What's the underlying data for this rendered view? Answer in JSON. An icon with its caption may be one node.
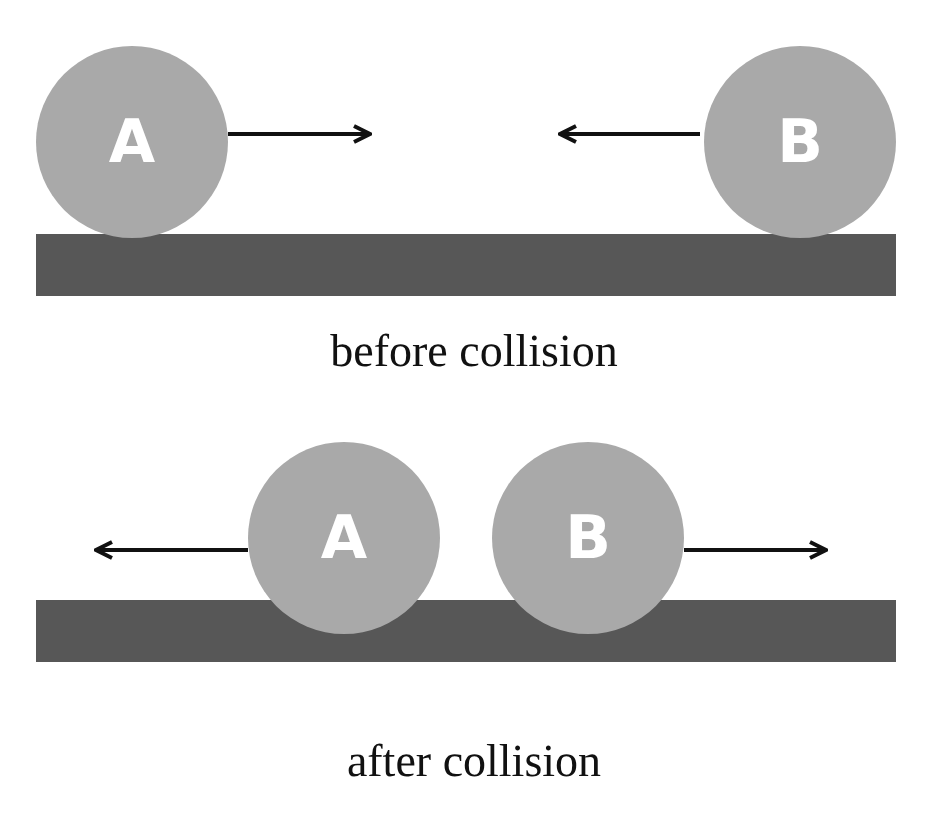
{
  "diagram": {
    "nodes": [
      {
        "text": [
          "A"
        ]
      },
      {
        "text": [
          "B"
        ]
      },
      {
        "text": [
          "A"
        ]
      },
      {
        "text": [
          "B"
        ]
      }
    ],
    "labels": [
      "before collision",
      "after collision"
    ]
  }
}
